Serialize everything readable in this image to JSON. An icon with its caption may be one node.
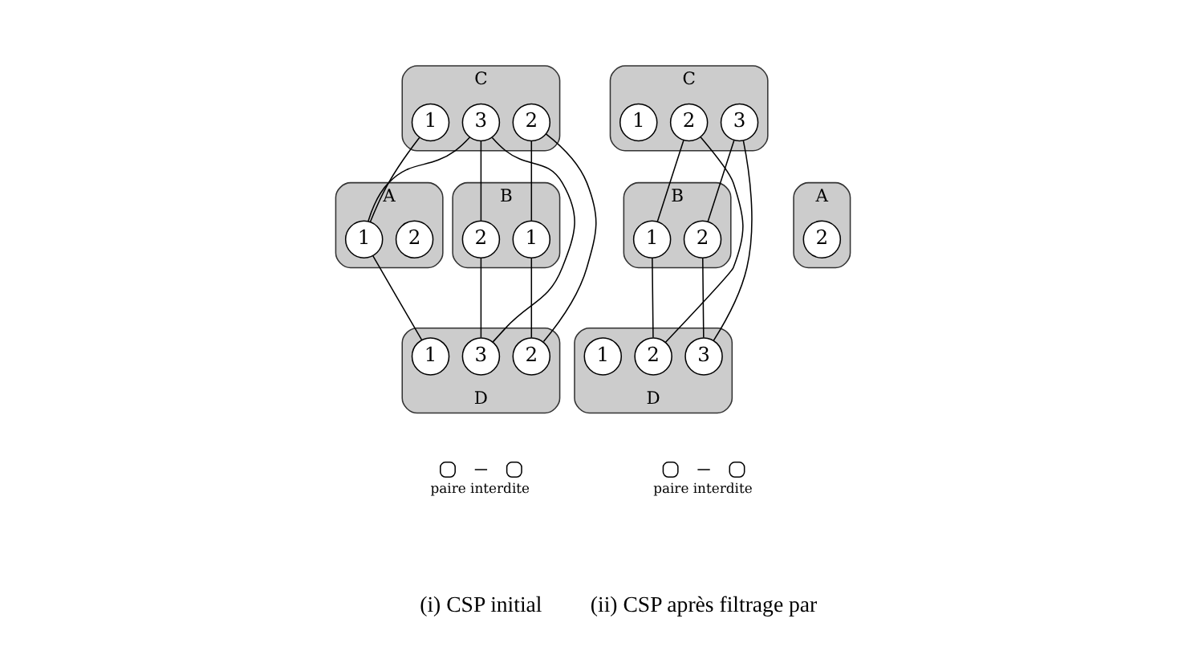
{
  "diagram": {
    "nodes": [
      {
        "text": [
          "C"
        ]
      },
      {
        "text": [
          "1"
        ],
        "in": 0
      },
      {
        "text": [
          "2"
        ],
        "in": 0
      },
      {
        "text": [
          "3"
        ],
        "in": 0
      },
      {
        "text": [
          "A"
        ]
      },
      {
        "text": [
          "1"
        ],
        "in": 4
      },
      {
        "text": [
          "2"
        ],
        "in": 4
      },
      {
        "text": [
          "B"
        ]
      },
      {
        "text": [
          "1"
        ],
        "in": 7
      },
      {
        "text": [
          "2"
        ],
        "in": 7
      },
      {
        "text": [
          "D"
        ]
      },
      {
        "text": [
          "1"
        ],
        "in": 10
      },
      {
        "text": [
          "2"
        ],
        "in": 10
      },
      {
        "text": [
          "3"
        ],
        "in": 10
      },
      {
        "text": [
          "C"
        ]
      },
      {
        "text": [
          "1"
        ],
        "in": 14
      },
      {
        "text": [
          "2"
        ],
        "in": 14
      },
      {
        "text": [
          "3"
        ],
        "in": 14
      },
      {
        "text": [
          "A"
        ]
      },
      {
        "text": [
          "2"
        ],
        "in": 18
      },
      {
        "text": [
          "B"
        ]
      },
      {
        "text": [
          "1"
        ],
        "in": 20
      },
      {
        "text": [
          "2"
        ],
        "in": 20
      },
      {
        "text": [
          "D"
        ]
      },
      {
        "text": [
          "1"
        ],
        "in": 23
      },
      {
        "text": [
          "2"
        ],
        "in": 23
      },
      {
        "text": [
          "3"
        ],
        "in": 23
      }
    ],
    "edges": [
      {
        "from": 1,
        "to": 5,
        "arrow": "none"
      },
      {
        "from": 3,
        "to": 5,
        "arrow": "none"
      },
      {
        "from": 5,
        "to": 11,
        "arrow": "none"
      },
      {
        "from": 2,
        "to": 12,
        "arrow": "none"
      },
      {
        "from": 3,
        "to": 13,
        "arrow": "none"
      },
      {
        "from": 2,
        "to": 8,
        "arrow": "none"
      },
      {
        "from": 3,
        "to": 9,
        "arrow": "none"
      },
      {
        "from": 8,
        "to": 12,
        "arrow": "none"
      },
      {
        "from": 9,
        "to": 13,
        "arrow": "none"
      },
      {
        "from": 16,
        "to": 25,
        "arrow": "none"
      },
      {
        "from": 17,
        "to": 26,
        "arrow": "none"
      },
      {
        "from": 16,
        "to": 21,
        "arrow": "none"
      },
      {
        "from": 17,
        "to": 22,
        "arrow": "none"
      },
      {
        "from": 21,
        "to": 25,
        "arrow": "none"
      },
      {
        "from": 22,
        "to": 26,
        "arrow": "none"
      }
    ],
    "labels": [
      "(i) CSP initial",
      "(ii) CSP après filtrage par"
    ],
    "legend": [
      {
        "text": "paire interdite"
      },
      {
        "text": "paire interdite"
      }
    ]
  }
}
